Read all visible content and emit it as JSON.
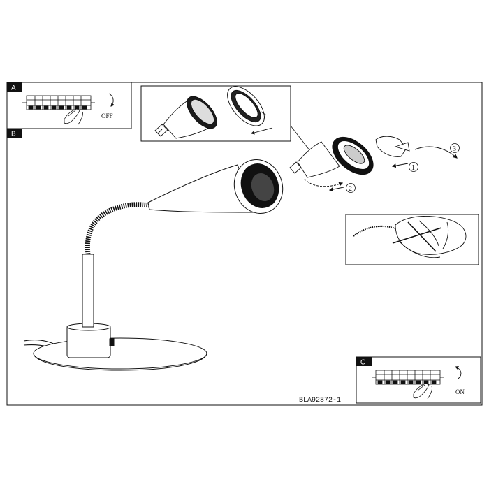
{
  "panels": {
    "a": {
      "tag": "A",
      "switch_label": "OFF"
    },
    "b": {
      "tag": "B"
    },
    "c": {
      "tag": "C",
      "switch_label": "ON"
    }
  },
  "steps": [
    "1",
    "2",
    "3"
  ],
  "drawing_code": "BLA92872-1"
}
